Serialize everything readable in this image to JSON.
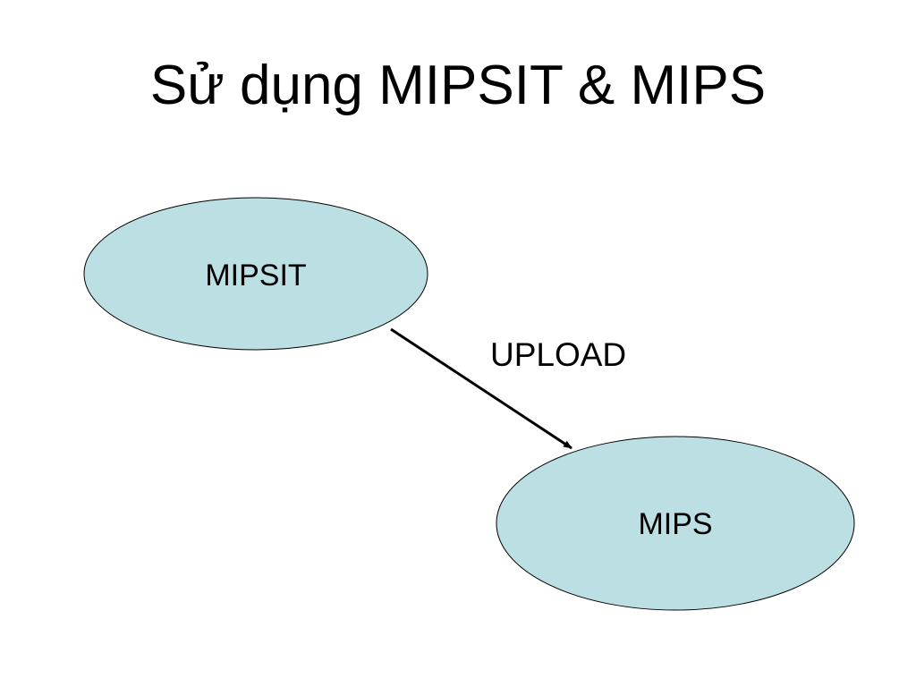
{
  "slide": {
    "title": "Sử dụng MIPSIT & MIPS"
  },
  "diagram": {
    "nodes": [
      {
        "id": "mipsit",
        "label": "MIPSIT"
      },
      {
        "id": "mips",
        "label": "MIPS"
      }
    ],
    "edges": [
      {
        "from": "mipsit",
        "to": "mips",
        "label": "UPLOAD"
      }
    ],
    "colors": {
      "node_fill": "#bbdfe3",
      "node_stroke": "#000000",
      "arrow": "#000000",
      "background": "#ffffff"
    }
  }
}
